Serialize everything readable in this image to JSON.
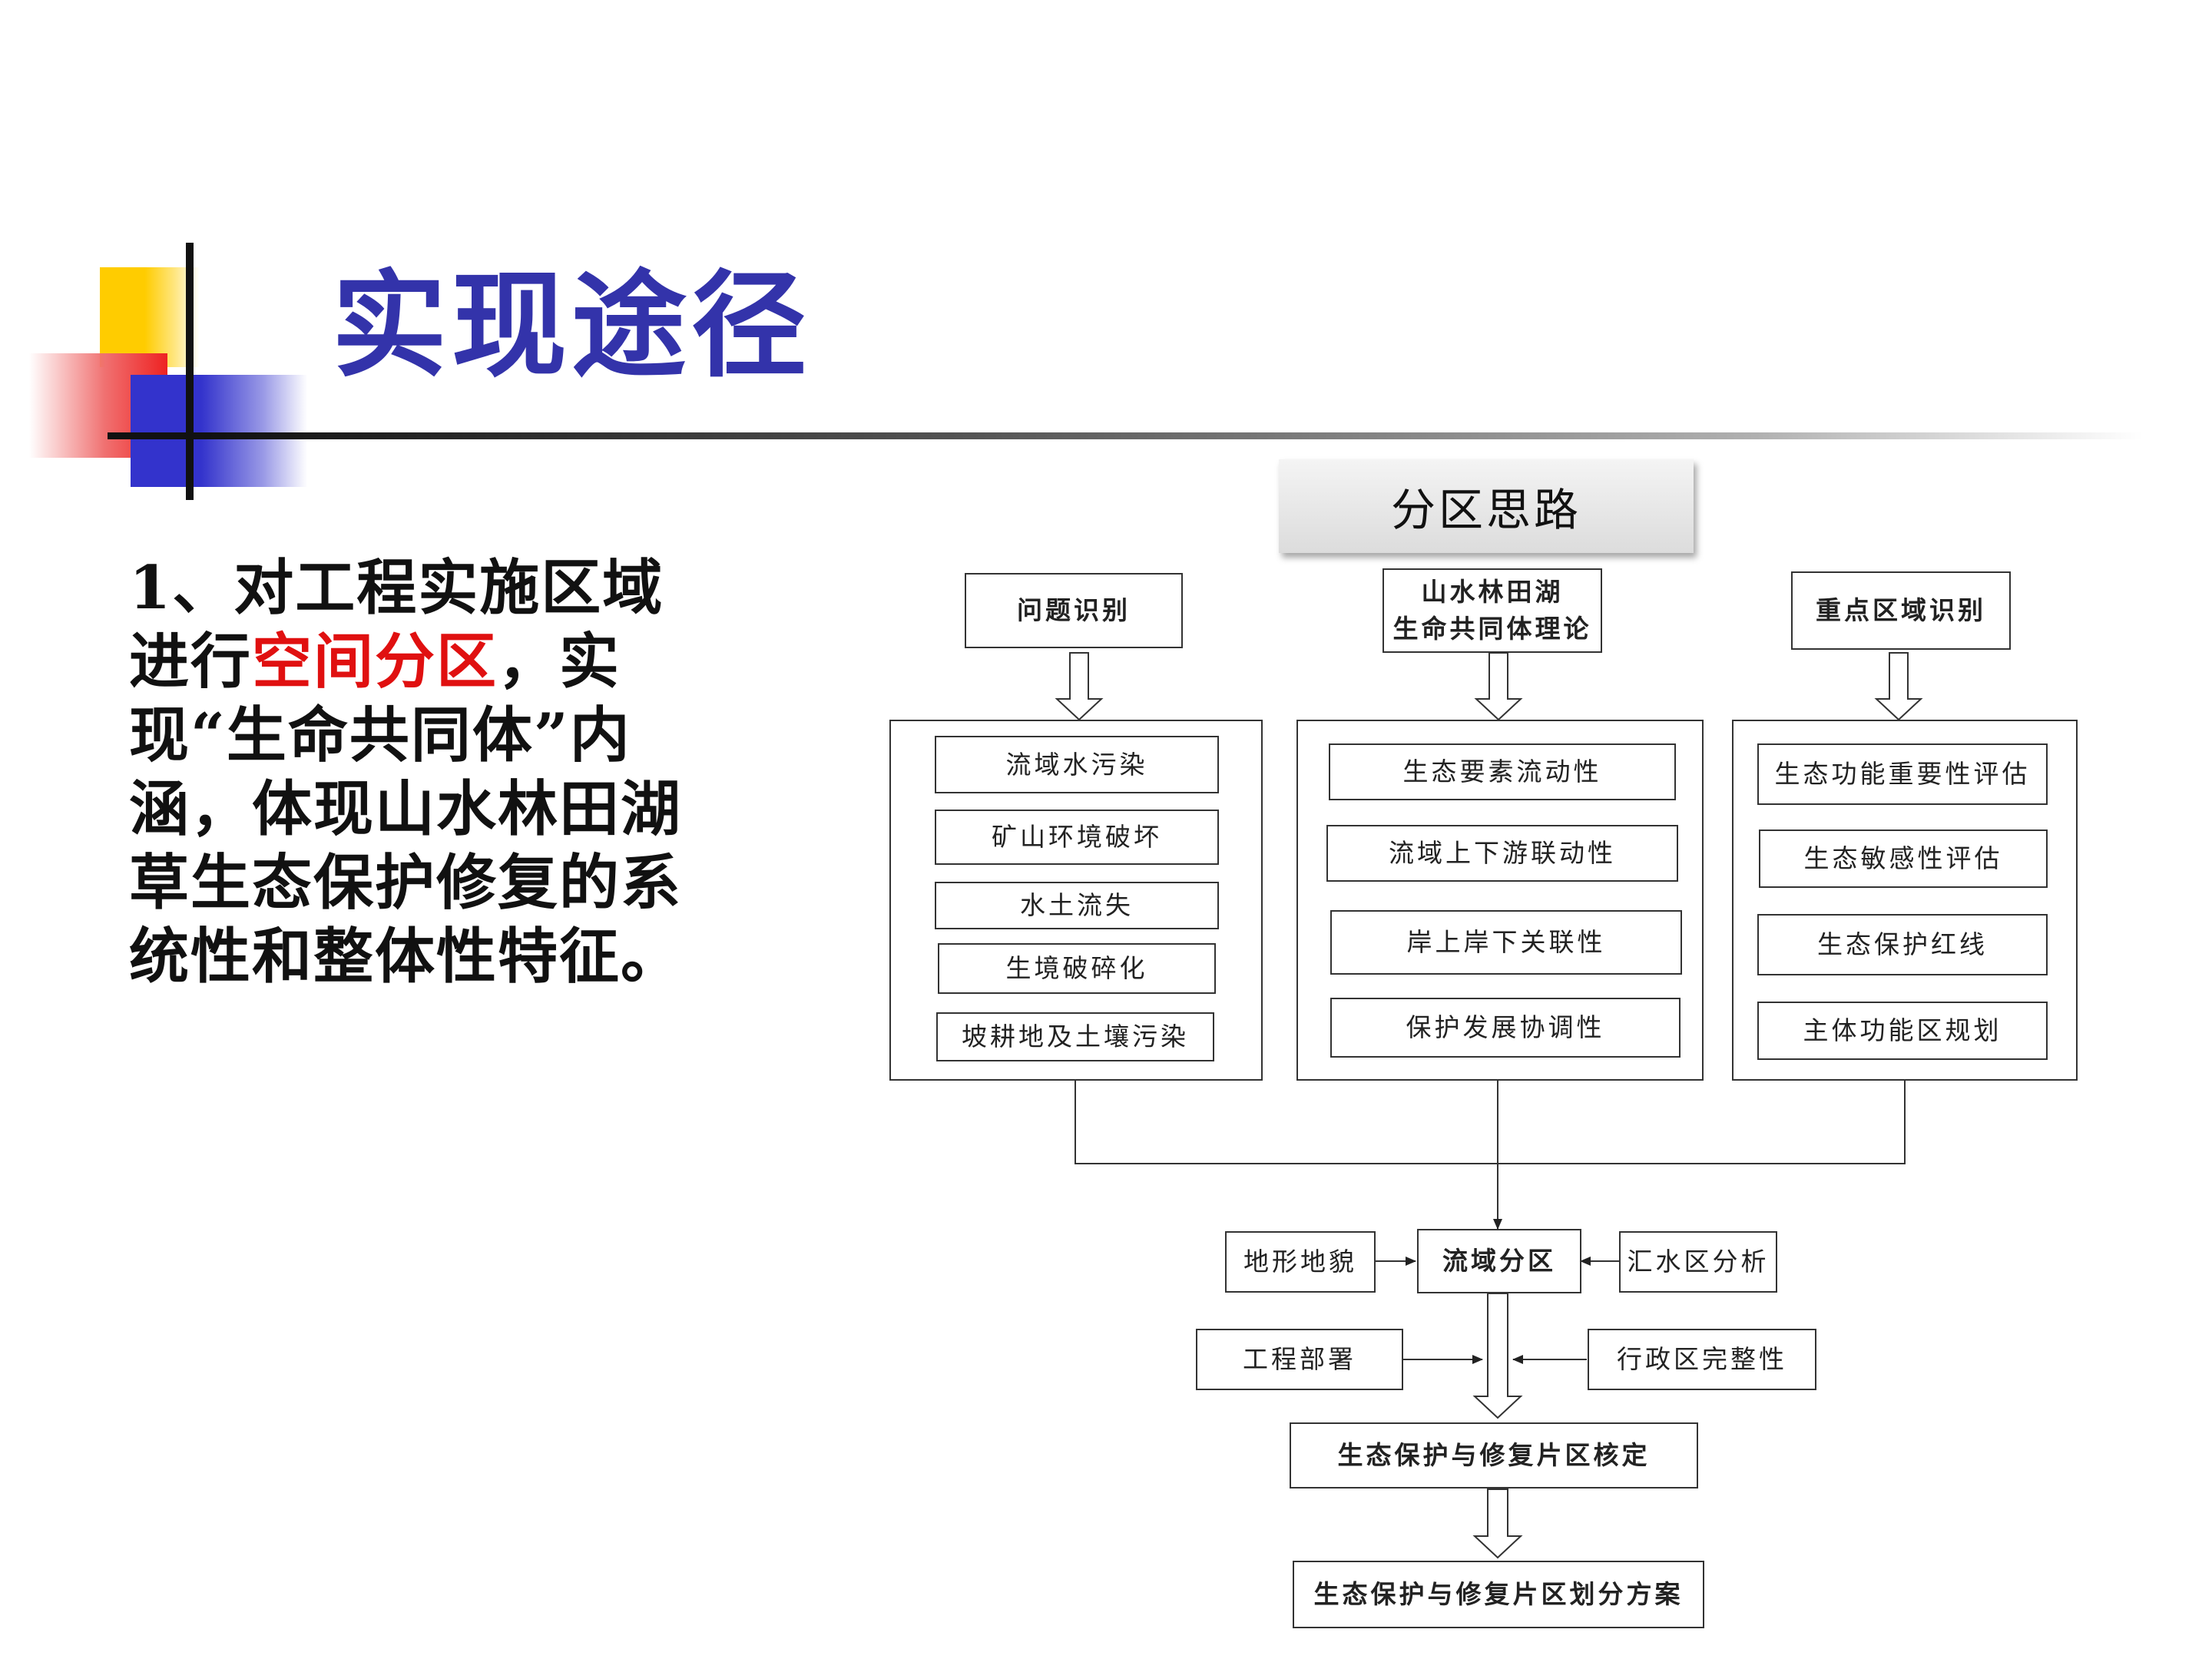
{
  "slide": {
    "title": "实现途径",
    "paragraph": {
      "part1": "1、对工程实施区域进行",
      "highlight": "空间分区",
      "part2": "，实现“生命共同体”内涵，体现山水林田湖草生态保护修复的系统性和整体性特征。"
    }
  },
  "flowchart": {
    "heading": "分区思路",
    "columns": [
      {
        "label": "问题识别",
        "items": [
          "流域水污染",
          "矿山环境破坏",
          "水土流失",
          "生境破碎化",
          "坡耕地及土壤污染"
        ]
      },
      {
        "label_line1": "山水林田湖",
        "label_line2": "生命共同体理论",
        "items": [
          "生态要素流动性",
          "流域上下游联动性",
          "岸上岸下关联性",
          "保护发展协调性"
        ]
      },
      {
        "label": "重点区域识别",
        "items": [
          "生态功能重要性评估",
          "生态敏感性评估",
          "生态保护红线",
          "主体功能区规划"
        ]
      }
    ],
    "center": "流域分区",
    "left_input_1": "地形地貌",
    "right_input_1": "汇水区分析",
    "left_input_2": "工程部署",
    "right_input_2": "行政区完整性",
    "step_2": "生态保护与修复片区核定",
    "step_3": "生态保护与修复片区划分方案"
  }
}
